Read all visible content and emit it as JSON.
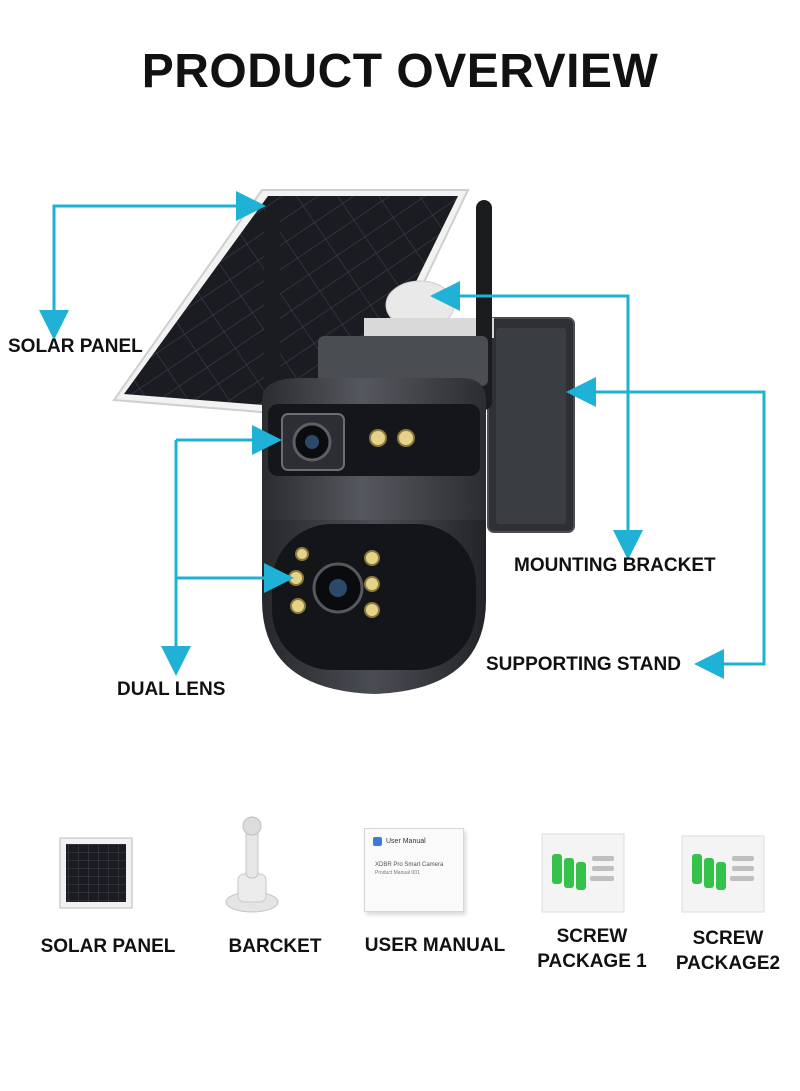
{
  "title": "PRODUCT OVERVIEW",
  "callouts": {
    "solar_panel": "SOLAR PANEL",
    "mounting_bracket": "MOUNTING BRACKET",
    "supporting_stand": "SUPPORTING STAND",
    "dual_lens": "DUAL LENS"
  },
  "accessories": [
    {
      "label": "SOLAR PANEL"
    },
    {
      "label": "BARCKET"
    },
    {
      "label": "USER MANUAL"
    },
    {
      "label": "SCREW\nPACKAGE 1"
    },
    {
      "label": "SCREW\nPACKAGE2"
    }
  ],
  "manual_card": {
    "heading": "User Manual",
    "line1": "XDBR Pro Smart Camera",
    "line2": "Product Manual 001"
  },
  "colors": {
    "callout_line": "#1fb1d6",
    "camera_body": "#3a3c40",
    "panel": "#1b1d22"
  }
}
